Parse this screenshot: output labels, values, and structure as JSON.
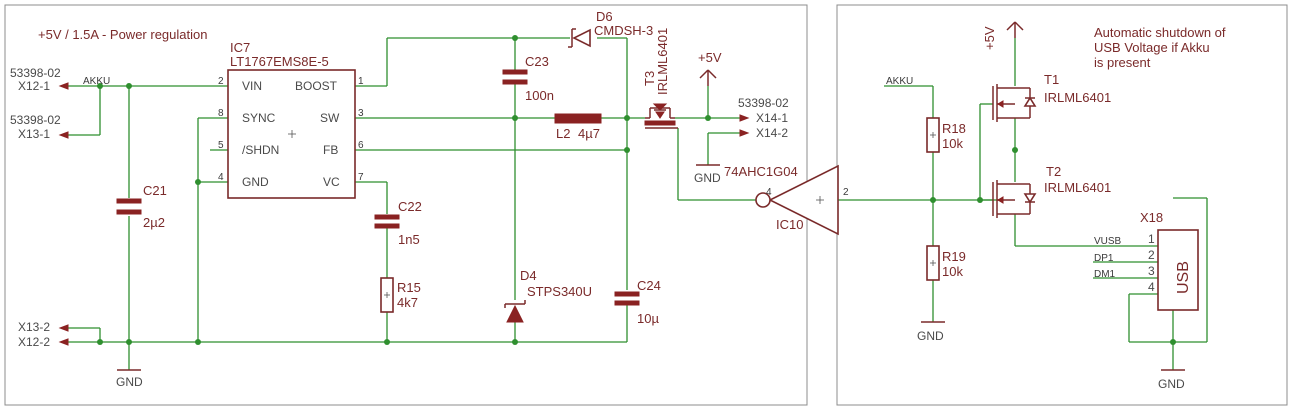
{
  "titles": {
    "left": "+5V / 1.5A - Power regulation",
    "right_line1": "Automatic shutdown of",
    "right_line2": "USB Voltage if Akku",
    "right_line3": "is present"
  },
  "ic7": {
    "name": "IC7",
    "value": "LT1767EMS8E-5",
    "pins": {
      "vin": "VIN",
      "sync": "SYNC",
      "shdn": "/SHDN",
      "gnd": "GND",
      "boost": "BOOST",
      "sw": "SW",
      "fb": "FB",
      "vc": "VC",
      "n2": "2",
      "n8": "8",
      "n5": "5",
      "n4": "4",
      "n1": "1",
      "n3": "3",
      "n6": "6",
      "n7": "7"
    }
  },
  "connectors_left": {
    "x12_1": "X12-1",
    "x13_1": "X13-1",
    "x13_2": "X13-2",
    "x12_2": "X12-2",
    "type_a": "53398-02",
    "type_b": "53398-02",
    "akku": "AKKU"
  },
  "connectors_out": {
    "type": "53398-02",
    "x14_1": "X14-1",
    "x14_2": "X14-2"
  },
  "parts": {
    "c21": "C21",
    "c21v": "2µ2",
    "c22": "C22",
    "c22v": "1n5",
    "r15": "R15",
    "r15v": "4k7",
    "c23": "C23",
    "c23v": "100n",
    "l2": "L2",
    "l2v": "4µ7",
    "d4": "D4",
    "d4v": "STPS340U",
    "d6": "D6",
    "d6v": "CMDSH-3",
    "c24": "C24",
    "c24v": "10µ",
    "t3": "T3",
    "t3v": "IRLML6401",
    "plus5v": "+5V",
    "ic10": "IC10",
    "ic10v": "74AHC1G04",
    "ic10_in": "4",
    "ic10_out": "2",
    "r18": "R18",
    "r18v": "10k",
    "r19": "R19",
    "r19v": "10k",
    "t1": "T1",
    "t1v": "IRLML6401",
    "t2": "T2",
    "t2v": "IRLML6401",
    "plus5v_r": "+5V",
    "akku_r": "AKKU"
  },
  "gnd": {
    "g1": "GND",
    "g2": "GND",
    "g3": "GND",
    "g4": "GND"
  },
  "usb": {
    "name": "X18",
    "label": "USB",
    "vusb": "VUSB",
    "dp1": "DP1",
    "dm1": "DM1",
    "p1": "1",
    "p2": "2",
    "p3": "3",
    "p4": "4"
  }
}
